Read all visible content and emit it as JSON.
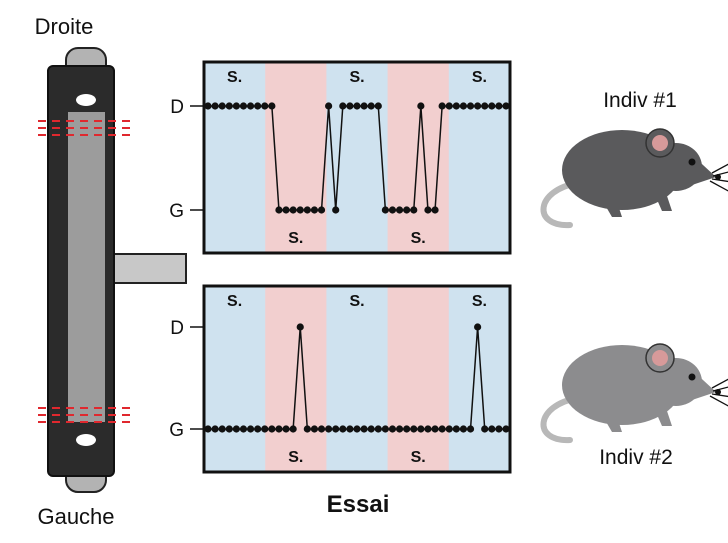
{
  "labels": {
    "top": "Droite",
    "bottom": "Gauche",
    "x_axis": "Essai",
    "level_high": "D",
    "level_low": "G",
    "segment_marker": "S."
  },
  "animals": [
    {
      "label": "Indiv #1",
      "color": "#5a5a5c"
    },
    {
      "label": "Indiv #2",
      "color": "#8c8c8e"
    }
  ],
  "colors": {
    "band_blue": "#cfe2ef",
    "band_pink": "#f2cfcf",
    "frame": "#111111",
    "dashes": "#e0282e"
  },
  "chart_data": [
    {
      "type": "line",
      "name": "Indiv #1",
      "y_levels": [
        "G",
        "D"
      ],
      "bands": [
        {
          "color": "blue",
          "marker_pos": "top"
        },
        {
          "color": "pink",
          "marker_pos": "bottom"
        },
        {
          "color": "blue",
          "marker_pos": "top"
        },
        {
          "color": "pink",
          "marker_pos": "bottom"
        },
        {
          "color": "blue",
          "marker_pos": "top"
        }
      ],
      "values": [
        "D",
        "D",
        "D",
        "D",
        "D",
        "D",
        "D",
        "D",
        "D",
        "D",
        "G",
        "G",
        "G",
        "G",
        "G",
        "G",
        "G",
        "D",
        "G",
        "D",
        "D",
        "D",
        "D",
        "D",
        "D",
        "G",
        "G",
        "G",
        "G",
        "G",
        "D",
        "G",
        "G",
        "D",
        "D",
        "D",
        "D",
        "D",
        "D",
        "D",
        "D",
        "D",
        "D"
      ]
    },
    {
      "type": "line",
      "name": "Indiv #2",
      "y_levels": [
        "G",
        "D"
      ],
      "bands": [
        {
          "color": "blue",
          "marker_pos": "top"
        },
        {
          "color": "pink",
          "marker_pos": "bottom"
        },
        {
          "color": "blue",
          "marker_pos": "top"
        },
        {
          "color": "pink",
          "marker_pos": "bottom"
        },
        {
          "color": "blue",
          "marker_pos": "top"
        }
      ],
      "values": [
        "G",
        "G",
        "G",
        "G",
        "G",
        "G",
        "G",
        "G",
        "G",
        "G",
        "G",
        "G",
        "G",
        "D",
        "G",
        "G",
        "G",
        "G",
        "G",
        "G",
        "G",
        "G",
        "G",
        "G",
        "G",
        "G",
        "G",
        "G",
        "G",
        "G",
        "G",
        "G",
        "G",
        "G",
        "G",
        "G",
        "G",
        "G",
        "D",
        "G",
        "G",
        "G",
        "G"
      ]
    }
  ]
}
